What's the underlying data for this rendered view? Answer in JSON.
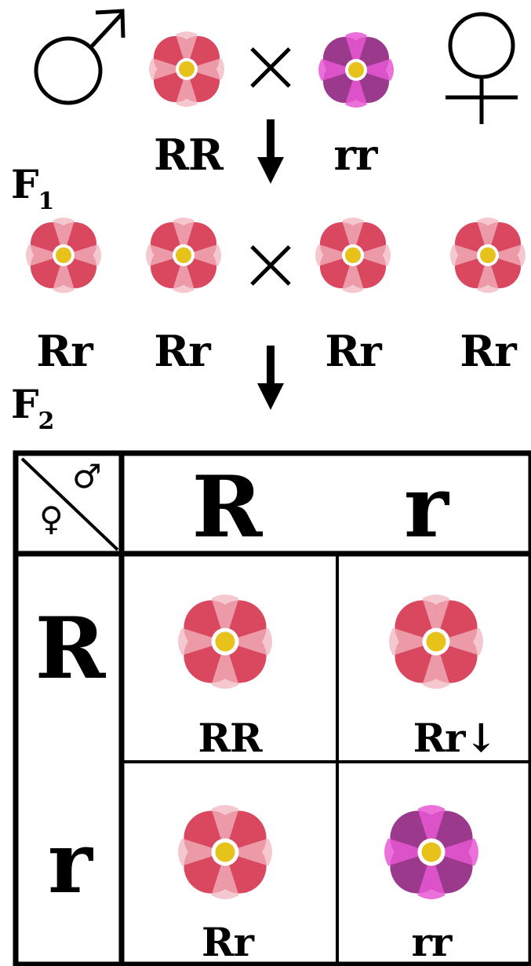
{
  "parents": {
    "male_symbol": "♂",
    "female_symbol": "♀",
    "cross_symbol": "×",
    "male_genotype": "RR",
    "female_genotype": "rr"
  },
  "f1": {
    "label": "F",
    "subscript": "1",
    "genotypes": [
      "Rr",
      "Rr",
      "Rr",
      "Rr"
    ]
  },
  "f2": {
    "label": "F",
    "subscript": "2"
  },
  "punnett": {
    "corner_female": "♀",
    "corner_male": "♂",
    "male_alleles": [
      "R",
      "r"
    ],
    "female_alleles": [
      "R",
      "r"
    ],
    "cells": [
      [
        "RR",
        "Rr↓"
      ],
      [
        "Rr",
        "rr"
      ]
    ]
  },
  "colors": {
    "red_flower_outer": "#d9485f",
    "red_flower_light": "#f2b6bf",
    "purple_flower_outer": "#9b3a8c",
    "purple_flower_light": "#e857d3",
    "flower_center": "#e6c21b",
    "ink": "#000000"
  },
  "icons": [
    "male-symbol-icon",
    "female-symbol-icon",
    "cross-icon",
    "down-arrow-icon",
    "red-flower-icon",
    "purple-flower-icon"
  ]
}
